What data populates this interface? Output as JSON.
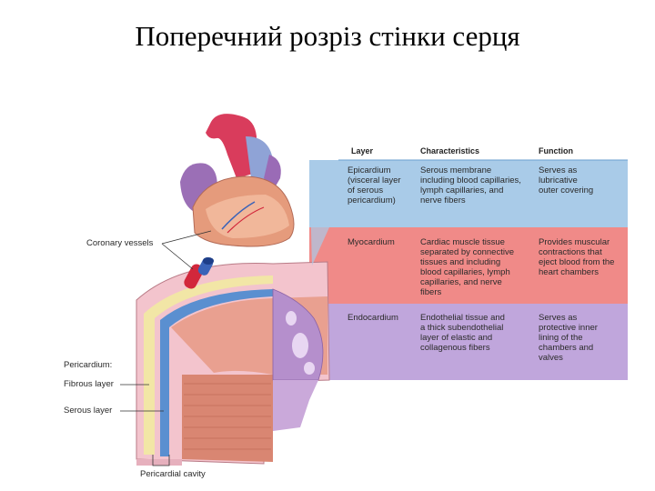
{
  "title": "Поперечний розріз стінки серця",
  "table": {
    "headers": {
      "layer": "Layer",
      "characteristics": "Characteristics",
      "function": "Function"
    },
    "rows": [
      {
        "layer": "Epicardium\n   (visceral layer\n   of serous\n   pericardium)",
        "characteristics": "Serous membrane\nincluding blood capillaries,\nlymph capillaries, and\nnerve fibers",
        "function": "Serves as\nlubricative\nouter covering",
        "color": "#a9cbe8"
      },
      {
        "layer": "Myocardium",
        "characteristics": "Cardiac muscle tissue\nseparated by connective\ntissues and including\nblood capillaries, lymph\ncapillaries, and nerve\nfibers",
        "function": "Provides muscular\ncontractions that\neject blood from the\nheart chambers",
        "color": "#f08a88"
      },
      {
        "layer": "Endocardium",
        "characteristics": "Endothelial tissue and\na thick subendothelial\nlayer of elastic and\ncollagenous fibers",
        "function": "Serves as\nprotective inner\nlining of the\nchambers and\nvalves",
        "color": "#c0a6dc"
      }
    ]
  },
  "labels": {
    "coronary_vessels": "Coronary vessels",
    "pericardium": "Pericardium:",
    "fibrous_layer": "Fibrous layer",
    "serous_layer": "Serous layer",
    "pericardial_cavity": "Pericardial cavity"
  }
}
